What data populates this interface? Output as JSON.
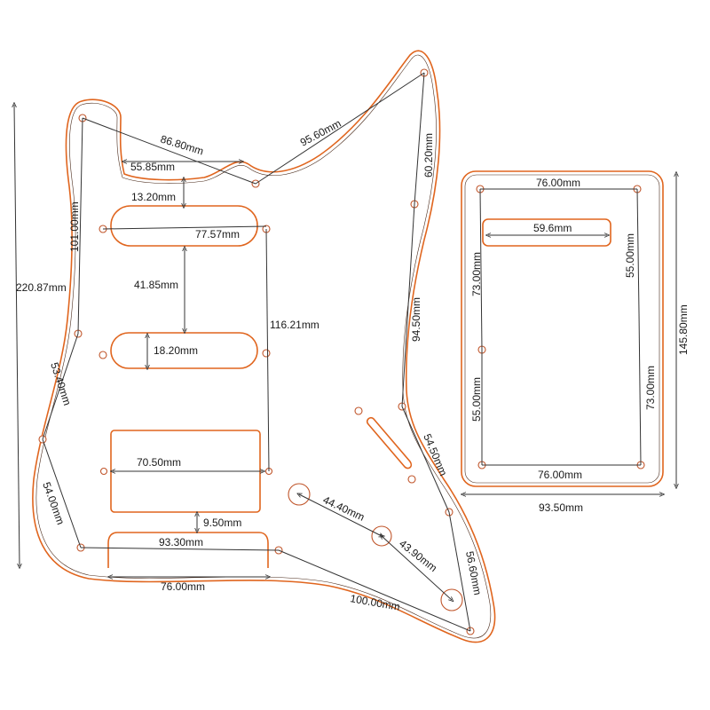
{
  "labels": {
    "top_left_to_center": "86.80mm",
    "top_right_diag": "95.60mm",
    "horn_slot": "55.85mm",
    "upper_gap": "13.20mm",
    "left_height": "101.00mm",
    "neck_pickup": "77.57mm",
    "mid_gap": "41.85mm",
    "total_height": "220.87mm",
    "mid_pickup_height": "18.20mm",
    "vertical_screw_span": "116.21mm",
    "right_edge_upper": "60.20mm",
    "right_edge_mid": "94.50mm",
    "left_lower_diag": "53.40mm",
    "left_bottom_diag": "54.00mm",
    "humbucker_width": "70.50mm",
    "lower_gap": "9.50mm",
    "bottom_screw_span": "93.30mm",
    "control_cavity_width": "76.00mm",
    "lower_diagonal": "100.00mm",
    "knob_1_2": "44.40mm",
    "knob_2_3": "43.90mm",
    "right_lower_1": "54.50mm",
    "right_lower_2": "56.60mm",
    "cover_top_width": "76.00mm",
    "cover_slot": "59.6mm",
    "cover_left_upper": "73.00mm",
    "cover_right_upper": "55.00mm",
    "cover_left_lower": "55.00mm",
    "cover_right_lower": "73.00mm",
    "cover_bottom_width": "76.00mm",
    "cover_height": "145.80mm",
    "cover_outer_width": "93.50mm"
  },
  "colors": {
    "outline": "#e0651e",
    "dimension_line": "#333333",
    "text": "#1a1a1a"
  }
}
